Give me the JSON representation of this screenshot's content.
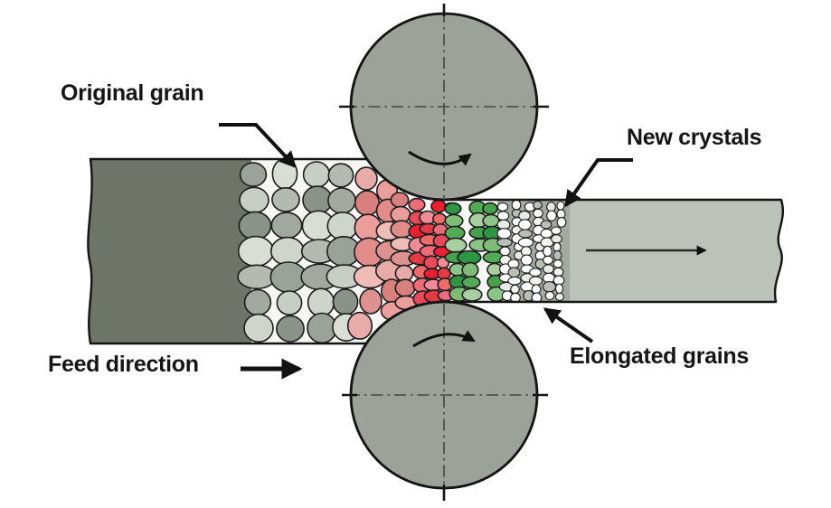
{
  "labels": {
    "original_grain": "Original grain",
    "new_crystals": "New crystals",
    "elongated_grains": "Elongated grains",
    "feed_direction": "Feed direction"
  },
  "icons": {
    "feed_arrow": "right-arrow",
    "strip_travel_arrow": "right-arrow",
    "top_roller_rotation": "clockwise-arc-arrow",
    "bottom_roller_rotation": "clockwise-arc-arrow",
    "callout_arrows": "pointer-arrow"
  },
  "colors": {
    "background": "#ffffff",
    "outline": "#141414",
    "roller_fill": "#9ca29a",
    "strip_in_fill": "#6e7468",
    "strip_out_fill": "#bcc1b9",
    "grain_zone_bg": "#f6f7f4",
    "crystal_zone_bg": "#a4a9a1",
    "centerline": "#41463f",
    "label_text": "#151515",
    "grain_stroke": "#1c1c1c"
  },
  "palettes": {
    "gray": [
      "#9ba29a",
      "#c8cdc5",
      "#8b928a",
      "#d9ddd6",
      "#b4bab2",
      "#a2a8a0",
      "#cfd4cc"
    ],
    "pink": [
      "#e7aca8",
      "#d8807d",
      "#eb9e9c",
      "#e18c89",
      "#f0bcb8",
      "#dd928f"
    ],
    "red": [
      "#ee6b7a",
      "#e84a5c",
      "#ea1f30",
      "#f28a96",
      "#e63946",
      "#f06a6a"
    ],
    "green": [
      "#2e9544",
      "#7fbd76",
      "#55aa55",
      "#a9cfa0",
      "#47a04b",
      "#8cc387"
    ],
    "crystal": [
      "#ffffff",
      "#ffffff",
      "#e8ebe5",
      "#ffffff",
      "#b9beb6",
      "#ffffff",
      "#f2f4ef"
    ]
  },
  "grain_columns": [
    [
      "gray",
      286,
      179,
      377,
      7,
      18,
      0
    ],
    [
      "gray",
      318,
      178,
      378,
      7,
      17,
      3
    ],
    [
      "gray",
      350,
      179,
      377,
      7,
      18,
      1
    ],
    [
      "gray",
      381,
      180,
      376,
      7,
      17,
      4
    ],
    [
      "pink",
      404,
      184,
      374,
      7,
      15,
      0
    ],
    [
      "pink",
      428,
      200,
      355,
      7,
      14,
      2
    ],
    [
      "pink",
      446,
      213,
      343,
      8,
      12,
      1
    ],
    [
      "red",
      463,
      219,
      338,
      8,
      11,
      0
    ],
    [
      "red",
      479,
      222,
      334,
      9,
      10,
      2
    ],
    [
      "red",
      492,
      224,
      333,
      9,
      8,
      4
    ],
    [
      "green",
      507,
      224,
      332,
      8,
      11,
      0
    ],
    [
      "green",
      525,
      223,
      333,
      8,
      11,
      2
    ],
    [
      "green",
      543,
      224,
      332,
      8,
      10,
      4
    ],
    [
      "crystal",
      559,
      224,
      332,
      11,
      7,
      0
    ],
    [
      "crystal",
      571,
      222,
      334,
      12,
      6,
      3
    ],
    [
      "crystal",
      583,
      224,
      332,
      11,
      7,
      1
    ],
    [
      "crystal",
      595,
      222,
      334,
      12,
      6,
      4
    ],
    [
      "crystal",
      607,
      224,
      332,
      11,
      6,
      2
    ],
    [
      "crystal",
      618,
      223,
      333,
      12,
      5,
      5
    ]
  ]
}
